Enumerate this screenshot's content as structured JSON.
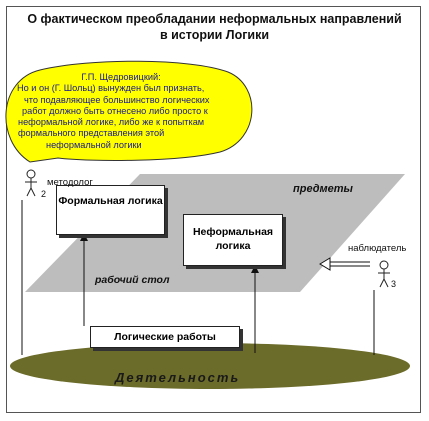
{
  "title": {
    "line1": "О фактическом преобладании неформальных направлений",
    "line2": "в истории Логики"
  },
  "quote": {
    "author": "Г.П. Щедровицкий:",
    "lines": [
      "Но и он (Г. Шольц) вынужден был признать,",
      "что подавляющее большинство логических",
      "работ должно быть отнесено либо просто к",
      "неформальной логике, либо же к попыткам",
      "формального     представления     этой",
      "неформальной  логики"
    ],
    "fill_color": "#ffff00"
  },
  "boxes": {
    "formal": "Формальная логика",
    "informal": "Неформальная логика",
    "works": "Логические работы"
  },
  "planes": {
    "objects": "предметы",
    "desk": "рабочий стол",
    "activity": "Деятельность"
  },
  "figures": {
    "methodologist": {
      "label": "методолог",
      "number": "2"
    },
    "observer": {
      "label": "наблюдатель",
      "number": "3"
    }
  },
  "colors": {
    "desk_plane": "#bdbdbd",
    "activity_ellipse": "#6b6b2a",
    "bubble": "#ffff00"
  }
}
